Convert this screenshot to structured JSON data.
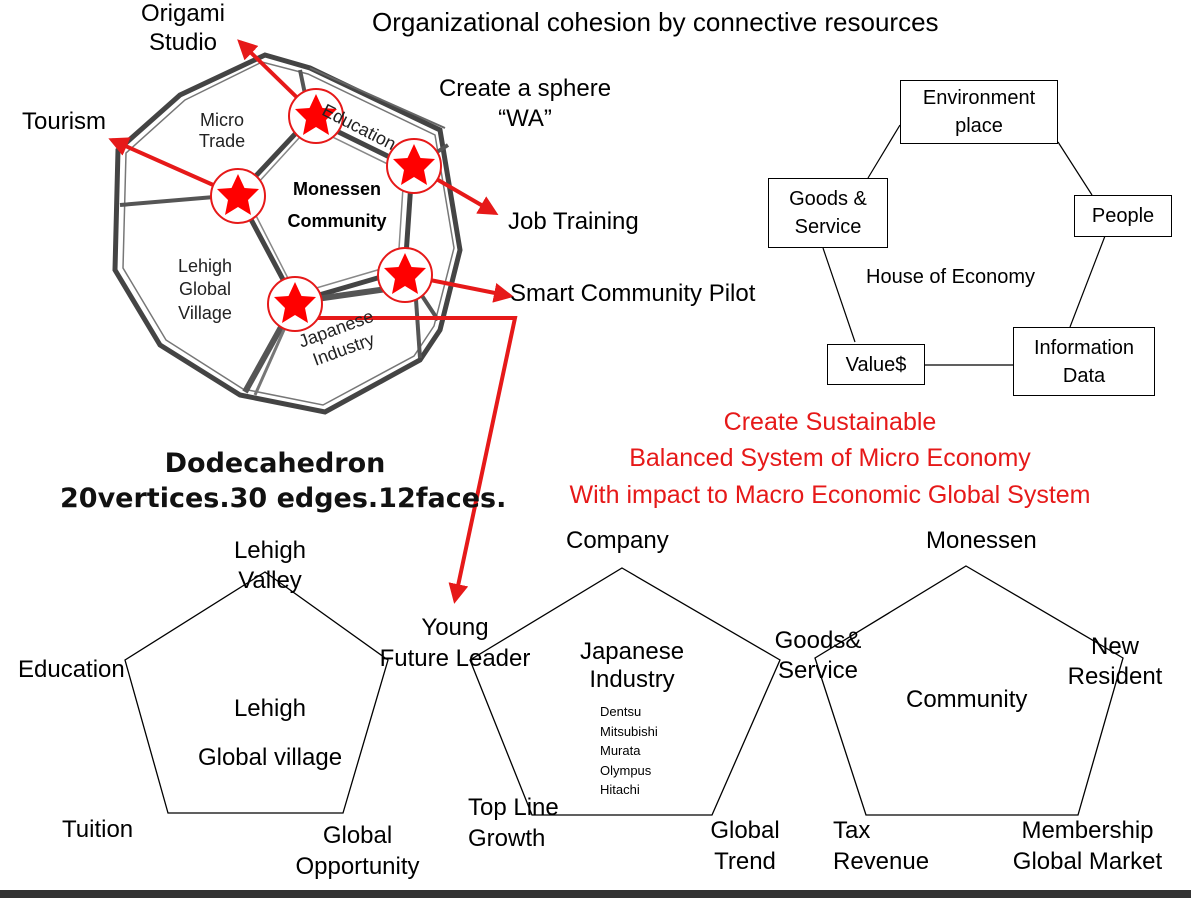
{
  "header": {
    "title": "Organizational cohesion by connective resources"
  },
  "dodecahedron": {
    "faces": {
      "micro_trade": [
        "Micro",
        "Trade"
      ],
      "education": "Education",
      "monessen": [
        "Monessen",
        "Community"
      ],
      "lehigh": [
        "Lehigh",
        "Global",
        "Village"
      ],
      "japanese": [
        "Japanese",
        "Industry"
      ]
    },
    "caption": {
      "name": "Dodecahedron",
      "specs": "20vertices.30 edges.12faces."
    }
  },
  "callouts": {
    "origami": [
      "Origami",
      "Studio"
    ],
    "tourism": "Tourism",
    "sphere": [
      "Create a sphere",
      "“WA”"
    ],
    "job_training": "Job Training",
    "smart_community": "Smart Community Pilot"
  },
  "house_of_economy": {
    "label": "House of Economy",
    "nodes": {
      "environment": [
        "Environment",
        "place"
      ],
      "goods": [
        "Goods &",
        "Service"
      ],
      "people": "People",
      "value": "Value$",
      "information": [
        "Information",
        "Data"
      ]
    }
  },
  "goal": {
    "lines": [
      "Create Sustainable",
      "Balanced System of Micro Economy",
      "With impact to Macro Economic Global System"
    ],
    "color": "#e61919"
  },
  "pentagons": {
    "lehigh": {
      "center": [
        "Lehigh",
        "Global village"
      ],
      "top": [
        "Lehigh",
        "Valley"
      ],
      "left": "Education",
      "right": [
        "Young",
        "Future Leader"
      ],
      "bottom_left": "Tuition",
      "bottom_right": [
        "Global",
        "Opportunity"
      ]
    },
    "company": {
      "top": "Company",
      "center": [
        "Japanese",
        "Industry"
      ],
      "companies": [
        "Dentsu",
        "Mitsubishi",
        "Murata",
        "Olympus",
        "Hitachi"
      ],
      "bottom_left": [
        "Top Line",
        "Growth"
      ],
      "bottom_right": [
        "Global",
        "Trend"
      ],
      "right": [
        "Goods&",
        "Service"
      ]
    },
    "monessen": {
      "top": "Monessen",
      "center": "Community",
      "right": [
        "New",
        "Resident"
      ],
      "bottom_left": [
        "Tax",
        "Revenue"
      ],
      "bottom_right": [
        "Membership",
        "Global Market"
      ]
    }
  },
  "colors": {
    "arrow": "#e61919",
    "star": "#ff0000",
    "frame": "#000000"
  }
}
